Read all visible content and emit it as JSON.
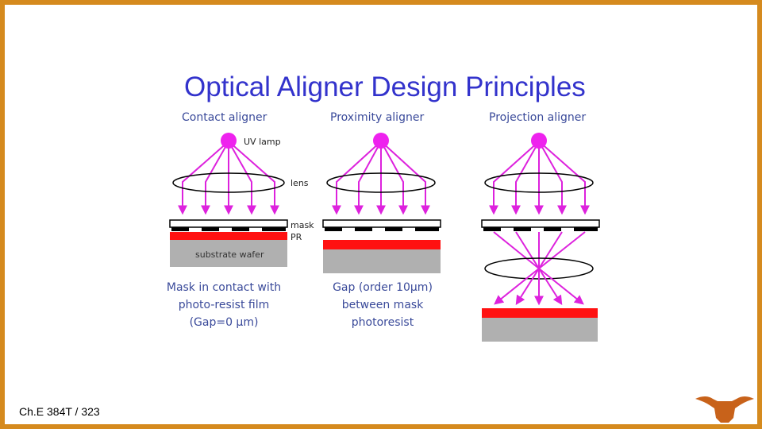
{
  "slide": {
    "title": "Optical Aligner Design Principles",
    "footer": "Ch.E 384T / 323",
    "logo": "longhorn-logo"
  },
  "figure": {
    "columns": [
      {
        "heading": "Contact aligner",
        "caption": [
          "Mask in contact with",
          "photo-resist film",
          "(Gap=0 µm)"
        ]
      },
      {
        "heading": "Proximity aligner",
        "caption": [
          "Gap (order 10µm)",
          "between mask",
          "photoresist"
        ]
      },
      {
        "heading": "Projection aligner",
        "caption": []
      }
    ],
    "labels": {
      "uv_lamp": "UV lamp",
      "lens": "lens",
      "mask": "mask",
      "pr": "PR",
      "substrate": "substrate wafer"
    },
    "colors": {
      "lamp": "#ee22ee",
      "rays": "#dd22dd",
      "photoresist": "#ff1111",
      "substrate": "#b0b0b0",
      "title": "#3333cc",
      "frame": "#d58a1e",
      "label_blue": "#3a4a9a"
    }
  }
}
